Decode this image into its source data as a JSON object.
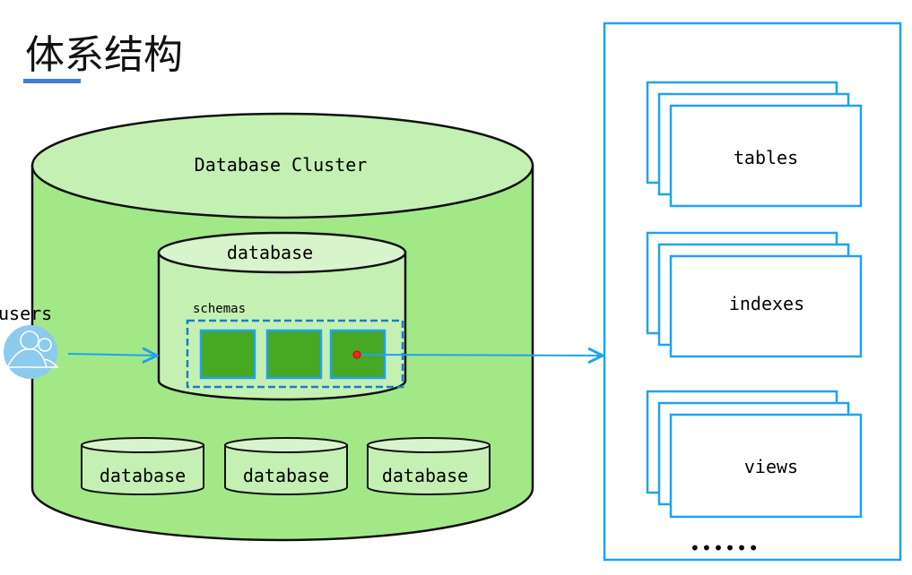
{
  "title": "体系结构",
  "cluster": {
    "label": "Database Cluster"
  },
  "database": {
    "label": "database",
    "schemas_label": "schemas"
  },
  "small_databases": [
    "database",
    "database",
    "database"
  ],
  "users": {
    "label": "users",
    "icon": "users-icon"
  },
  "objects": [
    "tables",
    "indexes",
    "views"
  ],
  "ellipsis": "••••••",
  "colors": {
    "cluster_body": "#a3e887",
    "cluster_top": "#c5f0b4",
    "db_top": "#d8f4cc",
    "schema": "#46a823",
    "accent": "#1ea3f0",
    "dashed": "#1a7ec4",
    "title_underline": "#3f7fd8",
    "pointer": "#ff0000"
  }
}
